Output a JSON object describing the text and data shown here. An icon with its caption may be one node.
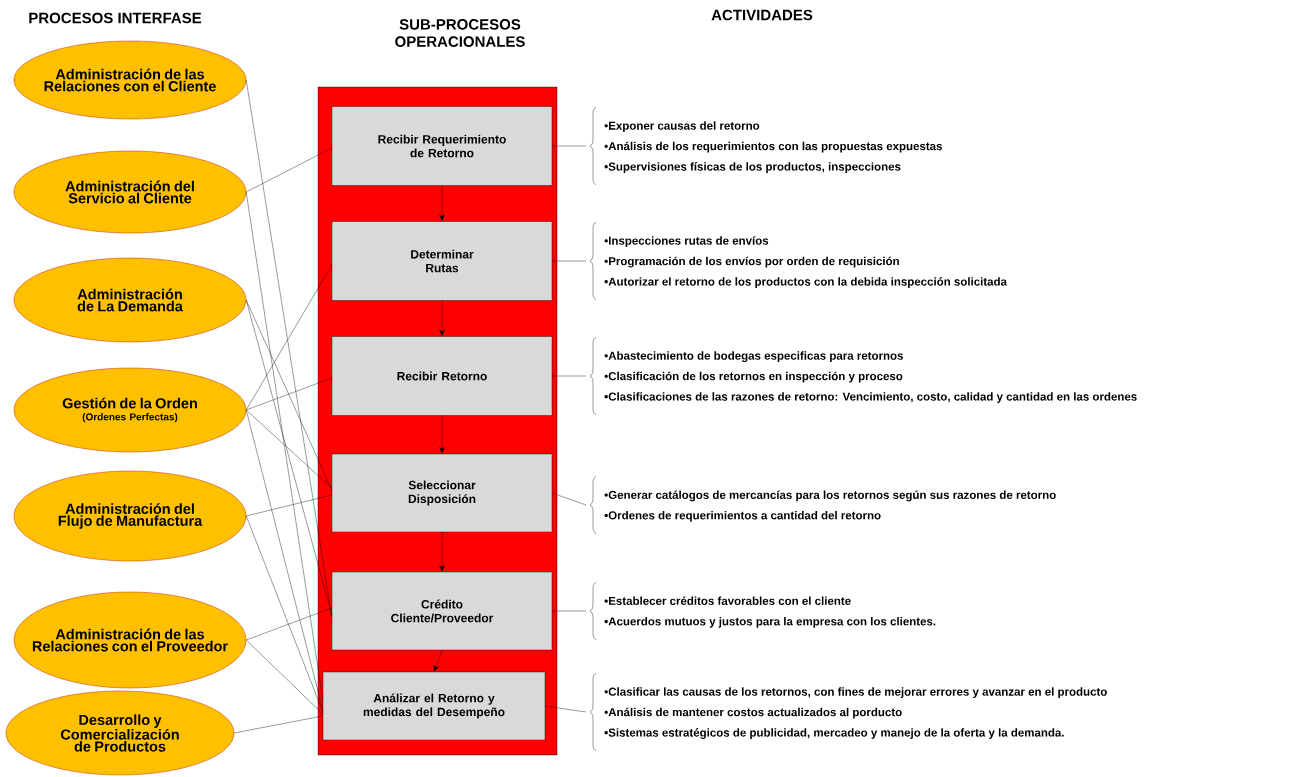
{
  "diagram": {
    "nodes": [
      {
        "text": [
          "Administración de las Relaciones con el Cliente"
        ]
      },
      {
        "text": [
          "Administración del Servicio al Cliente"
        ]
      },
      {
        "text": [
          "Administración de La Demanda"
        ]
      },
      {
        "text": [
          "Gestión de la Orden",
          "(Ordenes Perfectas)"
        ]
      },
      {
        "text": [
          "Administración del Flujo de Manufactura"
        ]
      },
      {
        "text": [
          "Administración de las Relaciones con el Proveedor"
        ]
      },
      {
        "text": [
          "Desarrollo y Comercialización de Productos"
        ]
      },
      {
        "text": [],
        "shape": "box"
      },
      {
        "text": [
          "Recibir Requerimiento de Retorno"
        ],
        "in": 7
      },
      {
        "text": [
          "Determinar Rutas"
        ],
        "in": 7
      },
      {
        "text": [
          "Recibir Retorno"
        ],
        "in": 7
      },
      {
        "text": [
          "Seleccionar Disposición"
        ],
        "in": 7
      },
      {
        "text": [
          "Crédito Cliente/Proveedor"
        ],
        "in": 7
      },
      {
        "text": [
          "Análizar el Retorno y medidas del Desempeño"
        ],
        "in": 7
      },
      {
        "text": [
          "•Exponer causas del retorno",
          "•Análisis de los requerimientos con las propuestas expuestas",
          "•Supervisiones físicas de los productos, inspecciones"
        ]
      },
      {
        "text": [
          "•Inspecciones rutas de envíos",
          "•Programación de los envíos por orden de requisición",
          "•Autorizar el retorno de los productos con la debida inspección solicitada"
        ]
      },
      {
        "text": [
          "•Abastecimiento de bodegas especificas para retornos",
          "•Clasificación de los retornos en inspección y proceso",
          "•Clasificaciones de las razones de retorno:  Vencimiento, costo, calidad y cantidad en las ordenes"
        ]
      },
      {
        "text": [
          "•Generar catálogos de mercancías para los retornos según sus razones de retorno",
          "•Ordenes de requerimientos a cantidad del retorno"
        ]
      },
      {
        "text": [
          "•Establecer créditos favorables con el cliente",
          "•Acuerdos mutuos  y justos para la empresa con los clientes."
        ]
      },
      {
        "text": [
          "•Clasificar las causas de los retornos, con fines de mejorar errores y avanzar en el producto",
          "•Análisis de mantener costos actualizados al porducto",
          "•Sistemas estratégicos de publicidad, mercadeo y manejo de la oferta y la demanda."
        ]
      }
    ],
    "edges": [
      {
        "from": 0,
        "to": 12,
        "arrow": "none"
      },
      {
        "from": 1,
        "to": 8,
        "arrow": "none"
      },
      {
        "from": 1,
        "to": 13,
        "arrow": "none"
      },
      {
        "from": 2,
        "to": 11,
        "arrow": "none"
      },
      {
        "from": 2,
        "to": 12,
        "arrow": "none"
      },
      {
        "from": 3,
        "to": 9,
        "arrow": "none"
      },
      {
        "from": 3,
        "to": 10,
        "arrow": "none"
      },
      {
        "from": 3,
        "to": 11,
        "arrow": "none"
      },
      {
        "from": 3,
        "to": 13,
        "arrow": "none"
      },
      {
        "from": 4,
        "to": 11,
        "arrow": "none"
      },
      {
        "from": 4,
        "to": 13,
        "arrow": "none"
      },
      {
        "from": 5,
        "to": 12,
        "arrow": "none"
      },
      {
        "from": 5,
        "to": 13,
        "arrow": "none"
      },
      {
        "from": 6,
        "to": 13,
        "arrow": "none"
      },
      {
        "from": 8,
        "to": 9,
        "arrow": "to"
      },
      {
        "from": 9,
        "to": 10,
        "arrow": "to"
      },
      {
        "from": 10,
        "to": 11,
        "arrow": "to"
      },
      {
        "from": 11,
        "to": 12,
        "arrow": "to"
      },
      {
        "from": 12,
        "to": 13,
        "arrow": "to"
      },
      {
        "from": 8,
        "to": 14,
        "arrow": "none"
      },
      {
        "from": 9,
        "to": 15,
        "arrow": "none"
      },
      {
        "from": 10,
        "to": 16,
        "arrow": "none"
      },
      {
        "from": 11,
        "to": 17,
        "arrow": "none"
      },
      {
        "from": 12,
        "to": 18,
        "arrow": "none"
      },
      {
        "from": 13,
        "to": 19,
        "arrow": "none"
      }
    ],
    "labels": [
      "PROCESOS INTERFASE",
      "SUB-PROCESOS OPERACIONALES",
      "ACTIVIDADES"
    ]
  }
}
